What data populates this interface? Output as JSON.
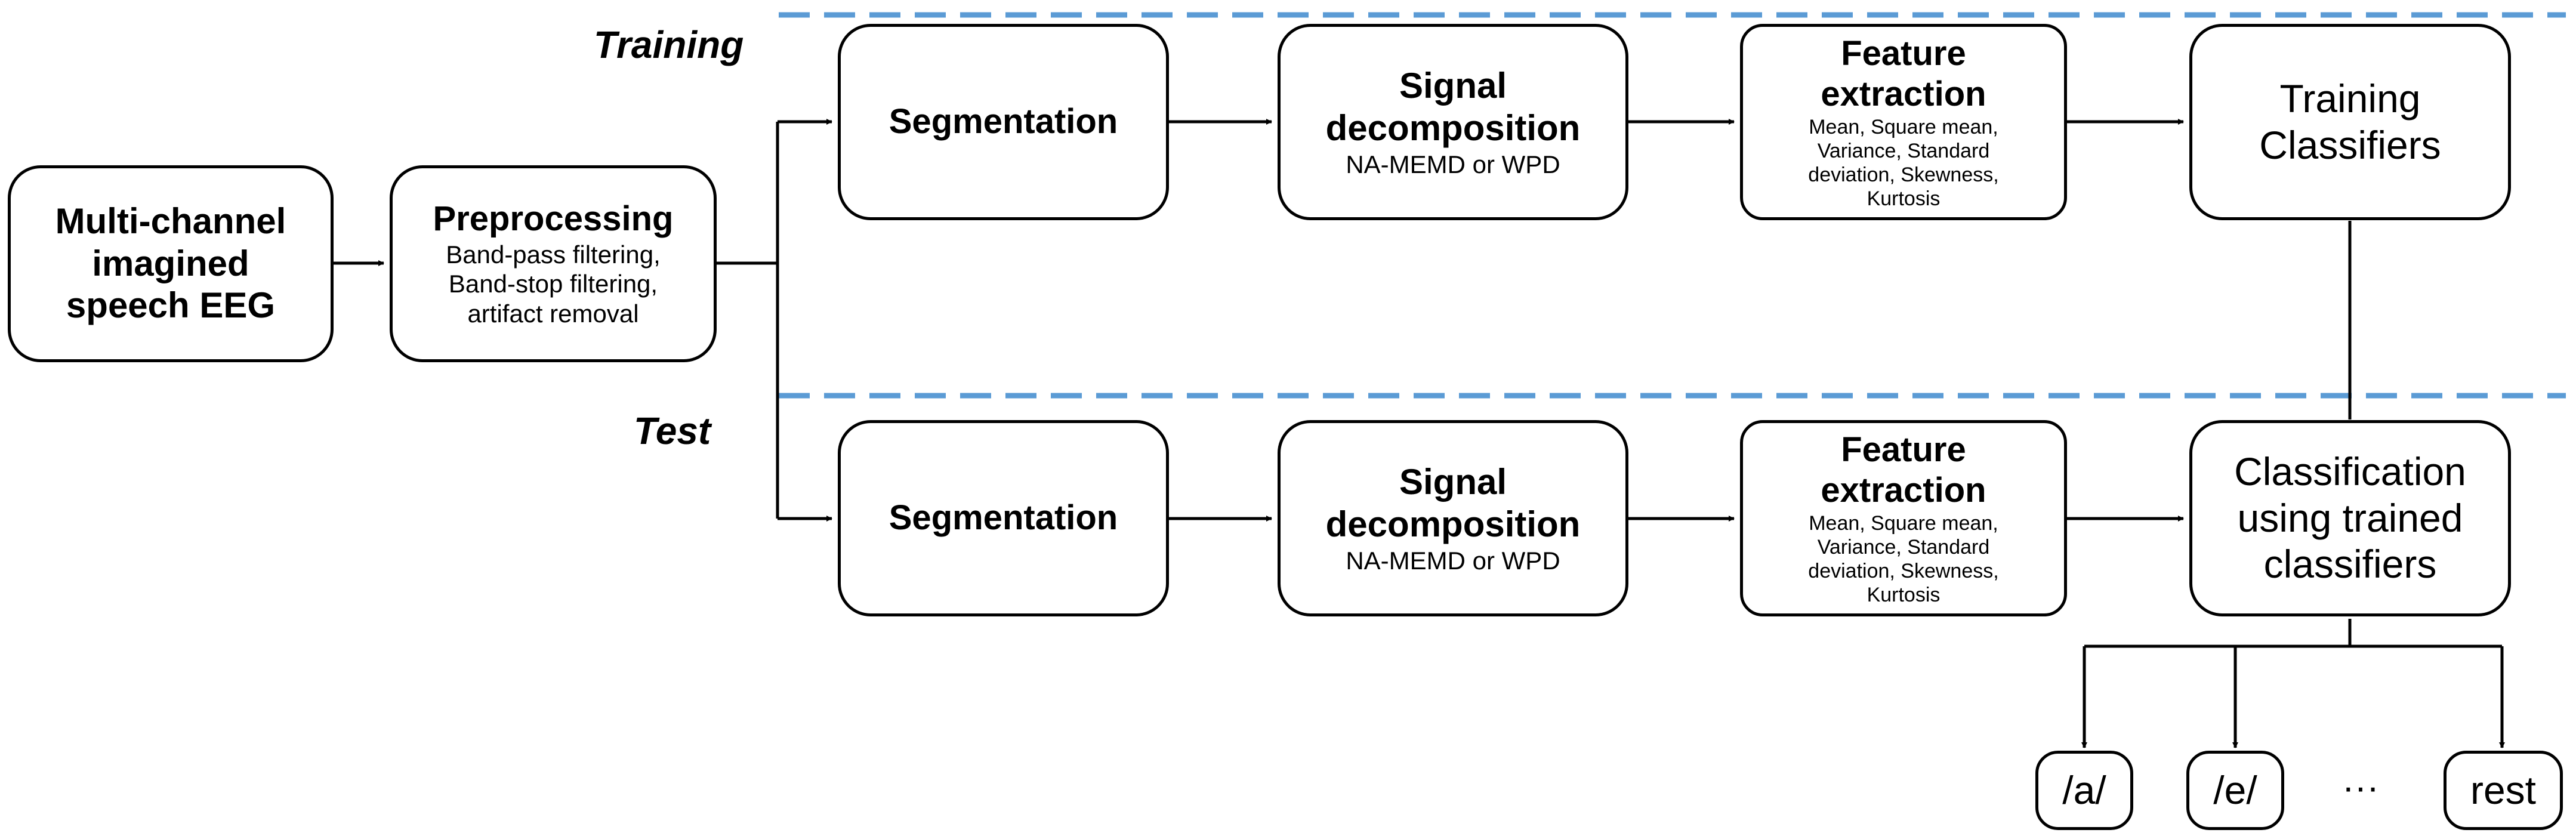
{
  "stage_labels": {
    "training": "Training",
    "test": "Test"
  },
  "input": {
    "line1": "Multi-channel",
    "line2": "imagined",
    "line3": "speech EEG"
  },
  "preprocessing": {
    "title": "Preprocessing",
    "details": [
      "Band-pass filtering,",
      "Band-stop filtering,",
      "artifact removal"
    ]
  },
  "training": {
    "segmentation": "Segmentation",
    "decomposition": {
      "title1": "Signal",
      "title2": "decomposition",
      "method": "NA-MEMD or WPD"
    },
    "features": {
      "title1": "Feature",
      "title2": "extraction",
      "details": [
        "Mean, Square mean,",
        "Variance, Standard",
        "deviation, Skewness,",
        "Kurtosis"
      ]
    },
    "classifier": {
      "line1": "Training",
      "line2": "Classifiers"
    }
  },
  "test": {
    "segmentation": "Segmentation",
    "decomposition": {
      "title1": "Signal",
      "title2": "decomposition",
      "method": "NA-MEMD or WPD"
    },
    "features": {
      "title1": "Feature",
      "title2": "extraction",
      "details": [
        "Mean, Square mean,",
        "Variance, Standard",
        "deviation, Skewness,",
        "Kurtosis"
      ]
    },
    "classifier": {
      "line1": "Classification",
      "line2": "using trained",
      "line3": "classifiers"
    }
  },
  "outputs": {
    "a": "/a/",
    "e": "/e/",
    "ellipsis": "···",
    "rest": "rest"
  },
  "colors": {
    "divider": "#5b9bd5",
    "stroke": "#000000"
  }
}
